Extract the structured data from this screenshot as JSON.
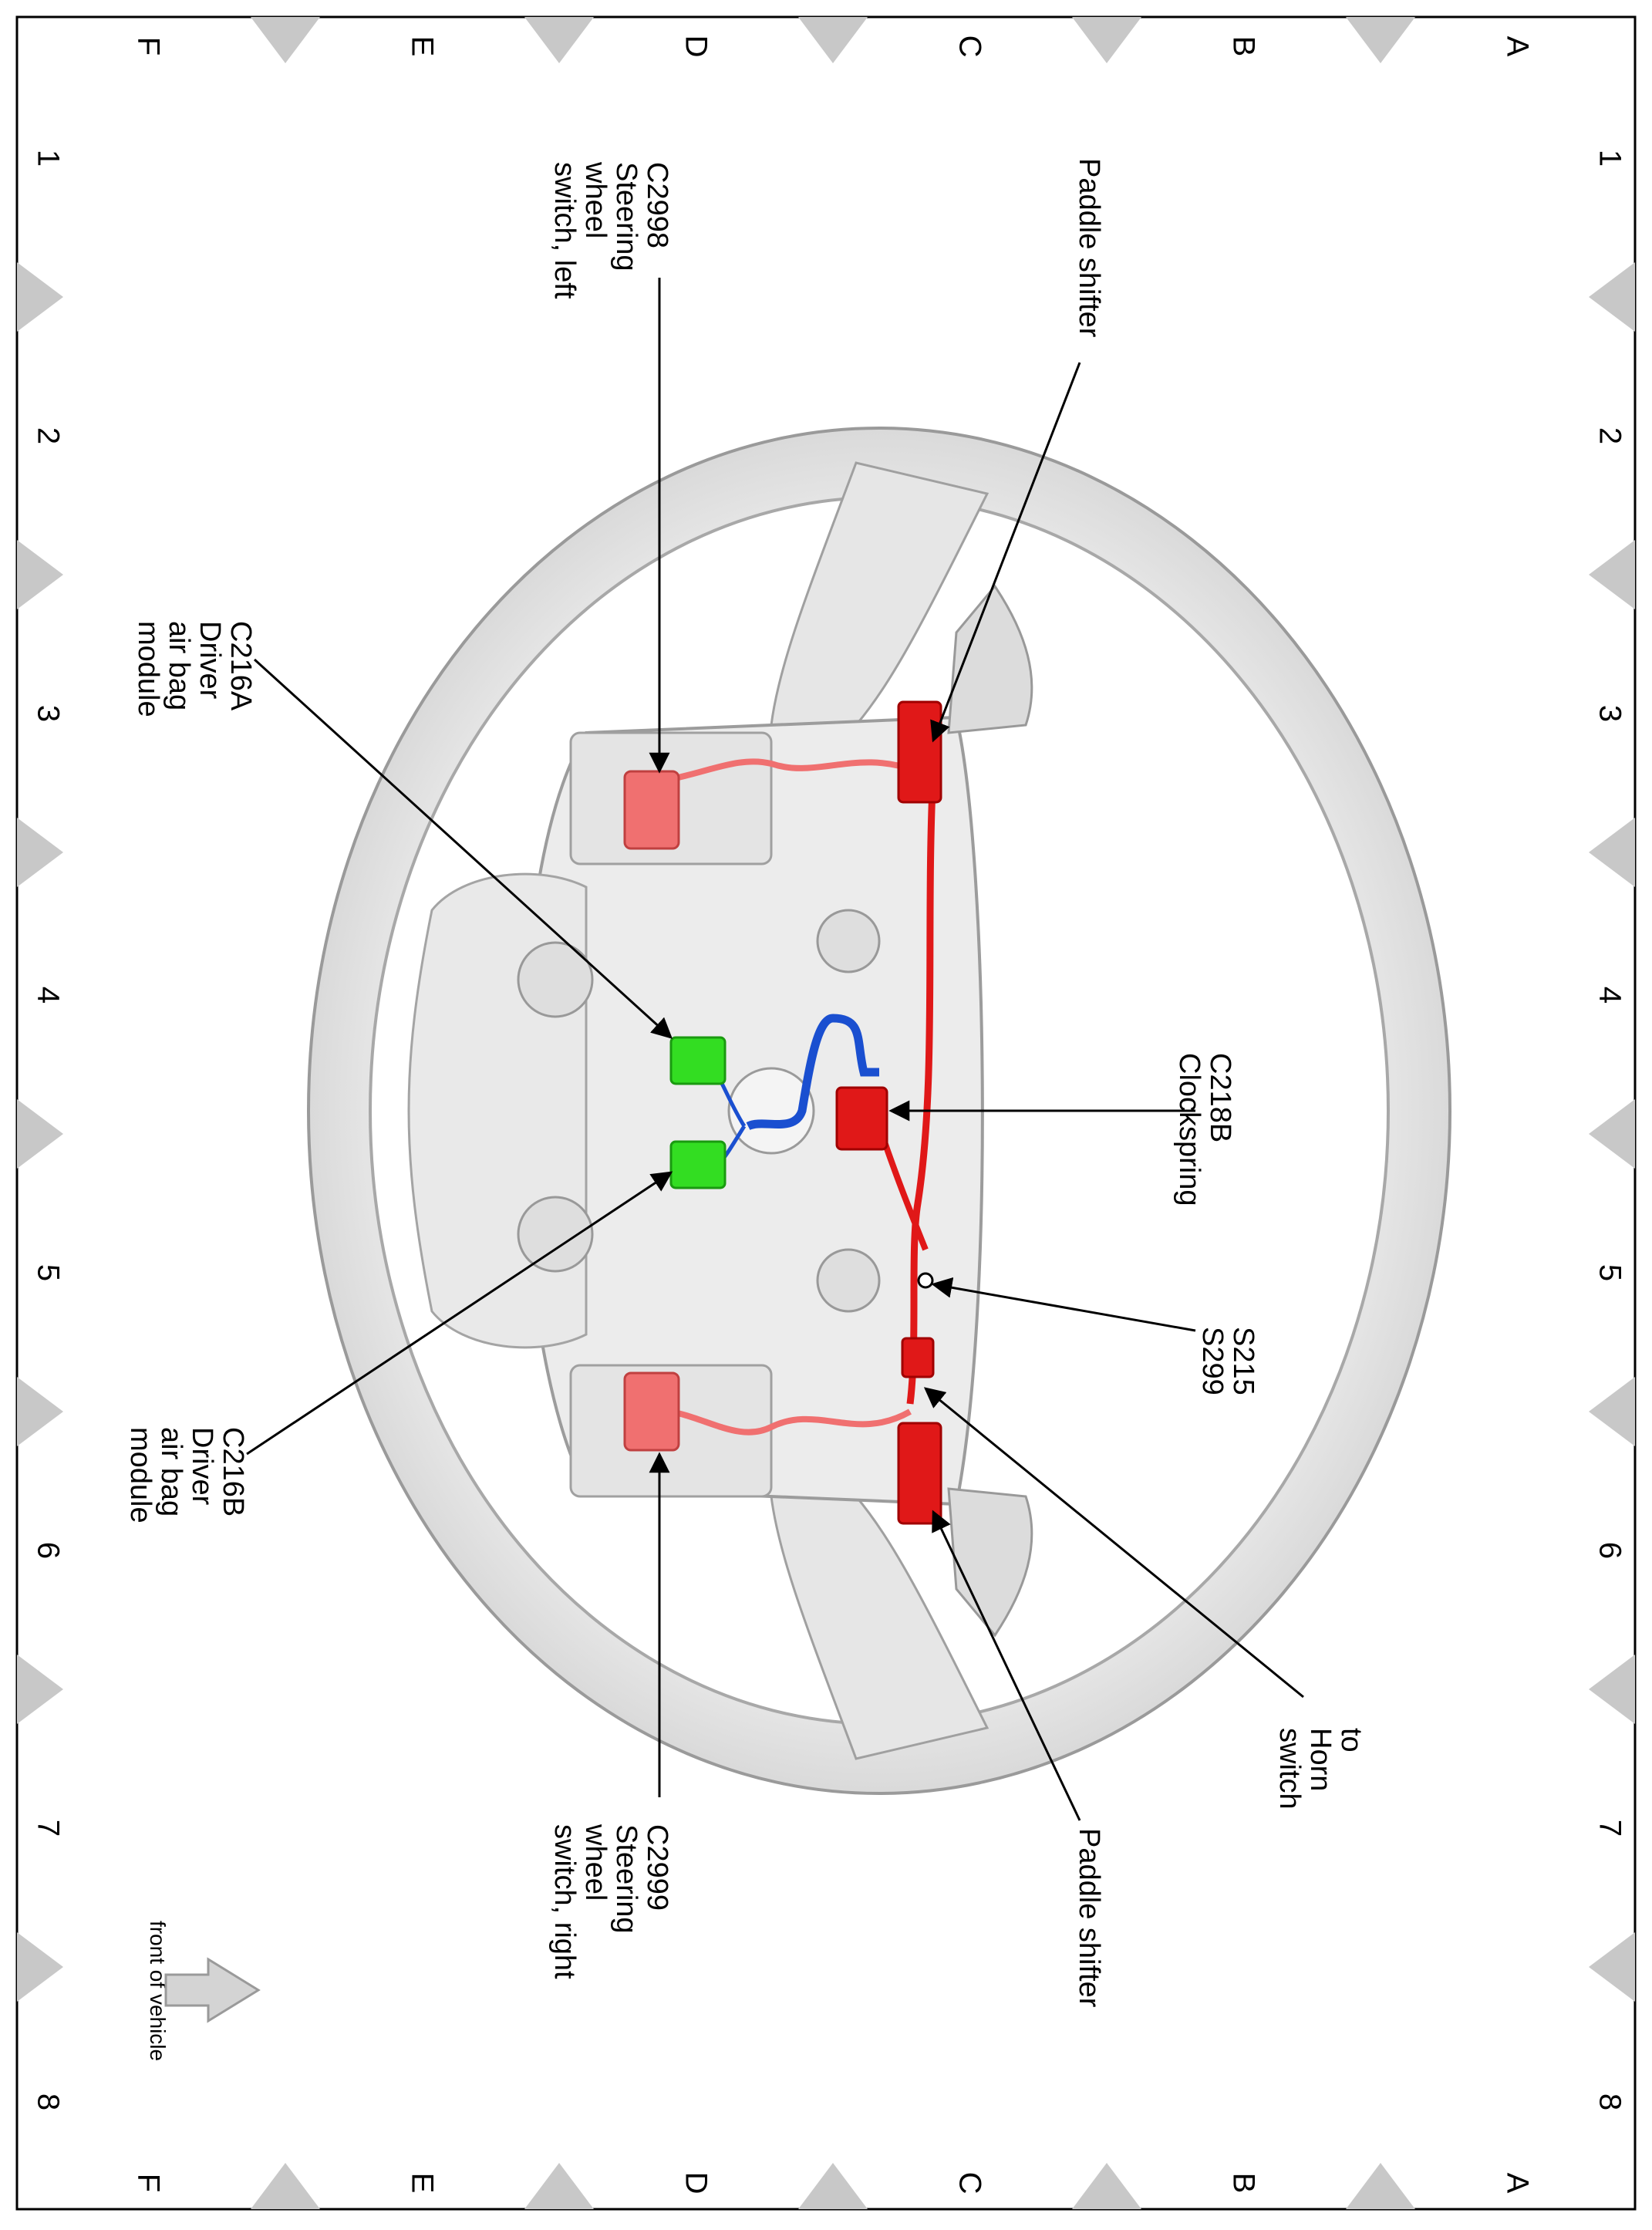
{
  "grid": {
    "columns": [
      "1",
      "2",
      "3",
      "4",
      "5",
      "6",
      "7",
      "8"
    ],
    "rows": [
      "A",
      "B",
      "C",
      "D",
      "E",
      "F"
    ]
  },
  "labels": {
    "paddle_shifter_top": "Paddle shifter",
    "paddle_shifter_bottom": "Paddle shifter",
    "c2998": [
      "C2998",
      "Steering",
      "wheel",
      "switch, left"
    ],
    "c2999": [
      "C2999",
      "Steering",
      "wheel",
      "switch, right"
    ],
    "c216a": [
      "C216A",
      "Driver",
      "air bag",
      "module"
    ],
    "c216b": [
      "C216B",
      "Driver",
      "air bag",
      "module"
    ],
    "c218b": [
      "C218B",
      "Clockspring"
    ],
    "s215_s299": [
      "S215",
      "S299"
    ],
    "horn": [
      "to",
      "Horn",
      "switch"
    ],
    "front_of_vehicle": "front of vehicle"
  },
  "colors": {
    "harness_red": "#e01818",
    "harness_red_light": "#f07070",
    "harness_blue": "#1a4fd0",
    "connector_green": "#33dd22",
    "wheel_gray": "#e2e2e2",
    "grid_marker": "#c8c8c8"
  }
}
